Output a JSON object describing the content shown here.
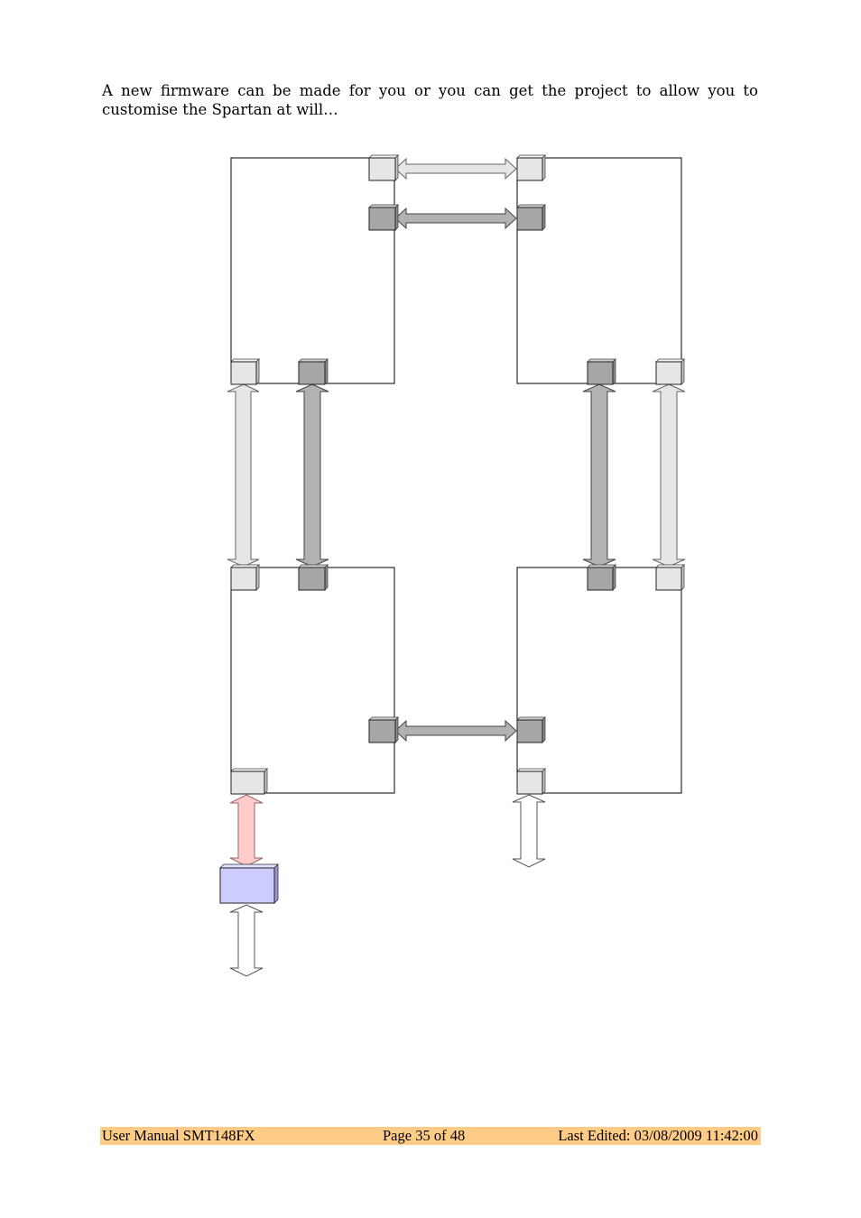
{
  "intro": {
    "text": "A new firmware can be made for you or you can get the project to allow you to customise the Spartan at will…"
  },
  "diagram": {
    "colors": {
      "light_port": "#e6e6e6",
      "dark_port": "#b2b2b2",
      "pink_arrow": "#ffcccc",
      "blue_box": "#ccccff",
      "outline": "#000000"
    }
  },
  "footer": {
    "left": "User Manual SMT148FX",
    "center": "Page 35 of 48",
    "right": "Last Edited: 03/08/2009 11:42:00",
    "background": "#ffcc88"
  }
}
